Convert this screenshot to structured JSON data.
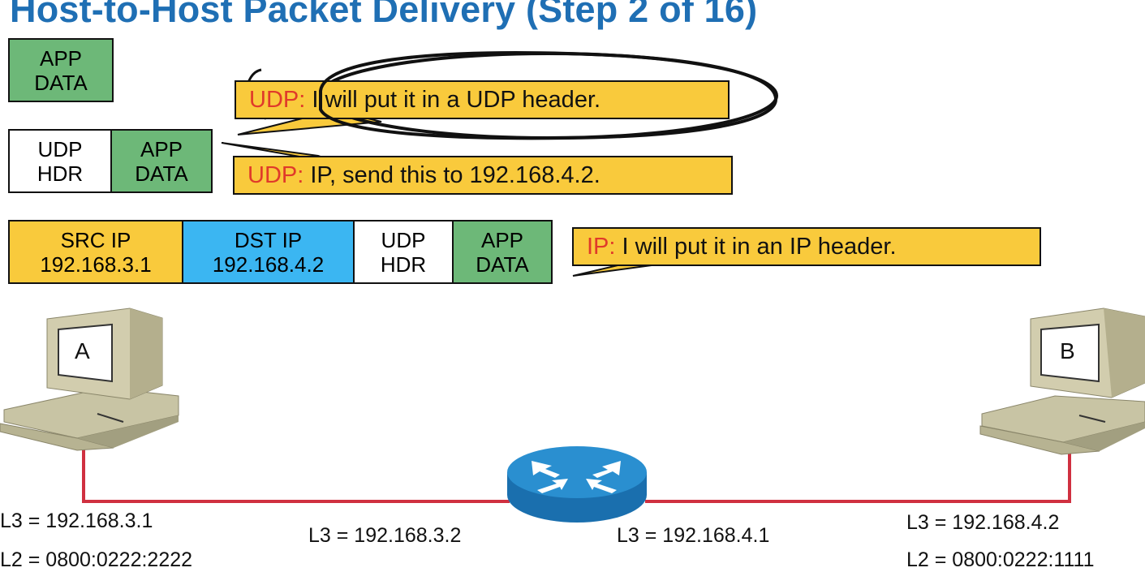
{
  "title": "Host-to-Host Packet Delivery (Step 2 of 16)",
  "app_data_box": {
    "line1": "APP",
    "line2": "DATA"
  },
  "udp_segment": [
    {
      "line1": "UDP",
      "line2": "HDR"
    },
    {
      "line1": "APP",
      "line2": "DATA"
    }
  ],
  "ip_packet": [
    {
      "line1": "SRC IP",
      "line2": "192.168.3.1"
    },
    {
      "line1": "DST IP",
      "line2": "192.168.4.2"
    },
    {
      "line1": "UDP",
      "line2": "HDR"
    },
    {
      "line1": "APP",
      "line2": "DATA"
    }
  ],
  "bubbles": [
    {
      "layer": "UDP:",
      "text": " I will put it in a UDP header."
    },
    {
      "layer": "UDP:",
      "text": " IP, send this to 192.168.4.2."
    },
    {
      "layer": "IP:",
      "text": " I will put it in an IP header."
    }
  ],
  "hosts": {
    "a_label": "A",
    "b_label": "B"
  },
  "addresses": {
    "host_a_l3": "L3 = 192.168.3.1",
    "host_a_l2": "L2 = 0800:0222:2222",
    "router_left_l3": "L3 = 192.168.3.2",
    "router_right_l3": "L3 = 192.168.4.1",
    "host_b_l3": "L3 = 192.168.4.2",
    "host_b_l2": "L2 = 0800:0222:1111"
  },
  "colors": {
    "title": "#1f6fb4",
    "app_data": "#6db878",
    "src_ip": "#f9ca3c",
    "dst_ip": "#3bb6f2",
    "bubble": "#f9ca3c",
    "layer_label": "#e03a2a",
    "link": "#d03040",
    "router": "#1e7fc0"
  }
}
